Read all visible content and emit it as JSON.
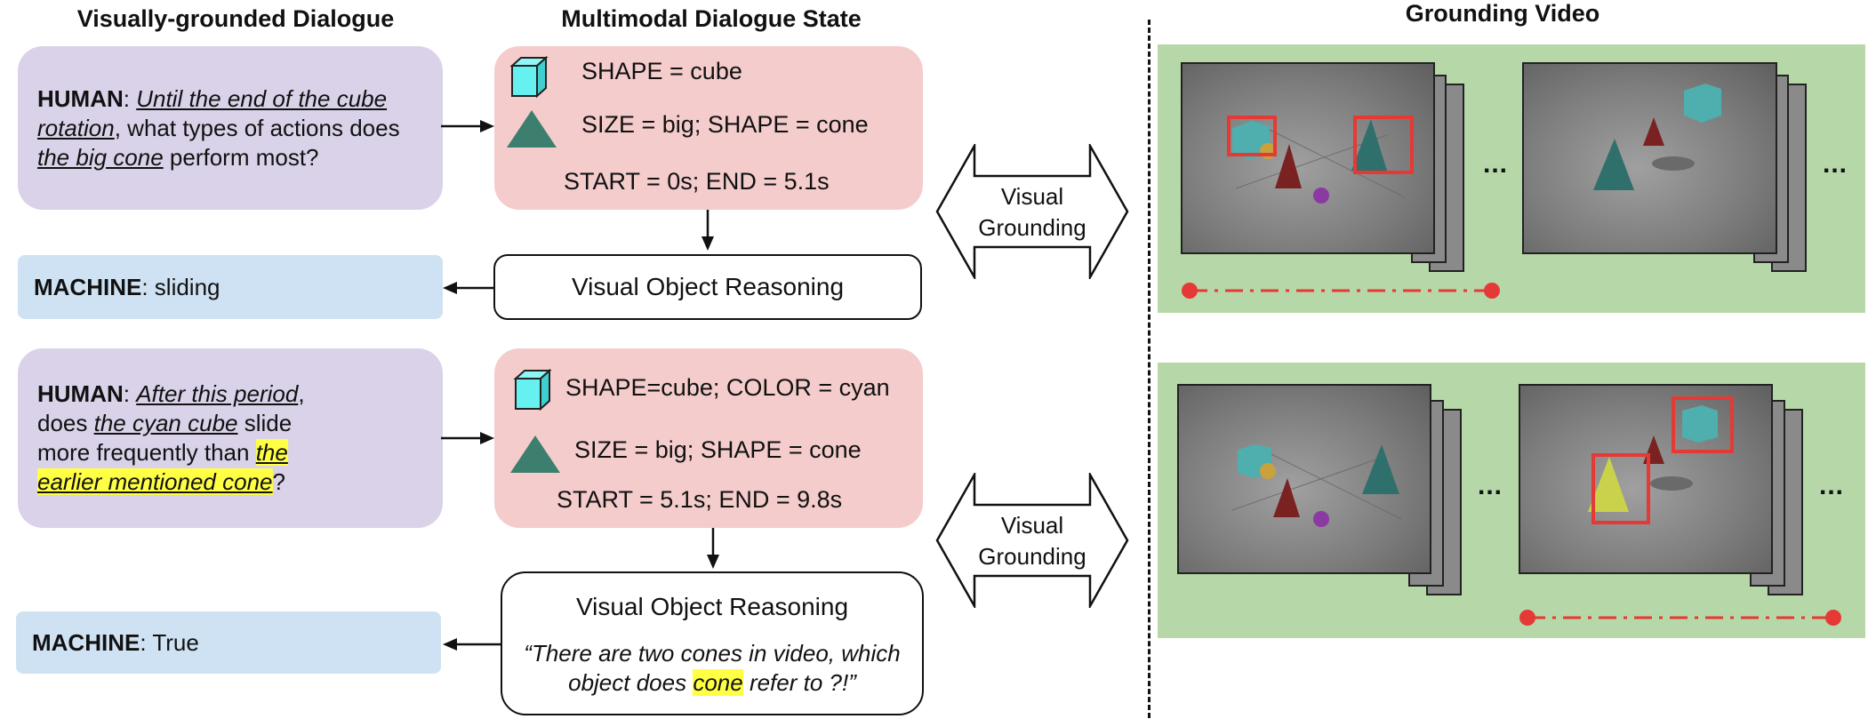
{
  "titles": {
    "dialogue": "Visually-grounded Dialogue",
    "state": "Multimodal Dialogue State",
    "video": "Grounding Video"
  },
  "turn1": {
    "human_speaker": "HUMAN",
    "human_sep": ": ",
    "human_part1": "Until the end of the cube rotation",
    "human_part2": ", what types of actions does ",
    "human_part3": "the big cone",
    "human_part4": " perform most?",
    "state_line1": "SHAPE = cube",
    "state_line2": "SIZE = big; SHAPE = cone",
    "state_line3": "START = 0s; END = 5.1s",
    "reasoning": "Visual Object Reasoning",
    "machine_speaker": "MACHINE",
    "machine_answer": ": sliding"
  },
  "turn2": {
    "human_speaker": "HUMAN",
    "human_sep": ": ",
    "human_part1": "After this period",
    "human_part2": ", does ",
    "human_part3": "the cyan cube",
    "human_part4": " slide more frequently than ",
    "human_part5": "the earlier mentioned cone",
    "human_part6": "?",
    "state_line1": "SHAPE=cube; COLOR = cyan",
    "state_line2": "SIZE = big; SHAPE = cone",
    "state_line3": "START = 5.1s; END = 9.8s",
    "reasoning": "Visual Object Reasoning",
    "reasoning_quote1": "“There are two cones in video, which",
    "reasoning_quote2": "object does ",
    "reasoning_quote_hl": "cone",
    "reasoning_quote3": " refer to ?!”",
    "machine_speaker": "MACHINE",
    "machine_answer": ": True"
  },
  "grounding": {
    "label1": "Visual",
    "label2": "Grounding",
    "ellipsis": "..."
  },
  "colors": {
    "dialogue_bg": "#d9d2e9",
    "machine_bg": "#cfe2f3",
    "state_bg": "#f4cccc",
    "video_bg": "#b6d7a8",
    "box_red": "#e53935",
    "highlight": "#ffff44",
    "cube": "#66f0f0",
    "cone": "#3d7f6e"
  }
}
